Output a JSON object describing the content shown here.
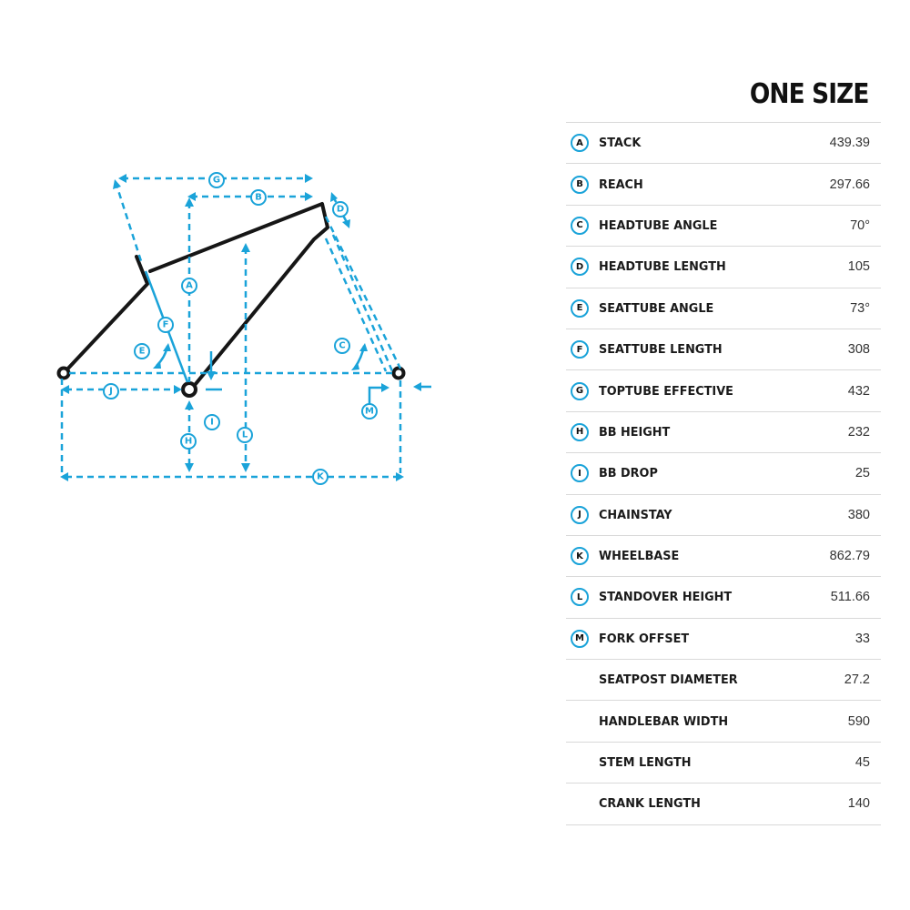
{
  "size_title": "ONE SIZE",
  "accent_color": "#1aa3d9",
  "frame_color": "#161616",
  "rows": [
    {
      "letter": "A",
      "label": "STACK",
      "value": "439.39"
    },
    {
      "letter": "B",
      "label": "REACH",
      "value": "297.66"
    },
    {
      "letter": "C",
      "label": "HEADTUBE ANGLE",
      "value": "70°"
    },
    {
      "letter": "D",
      "label": "HEADTUBE LENGTH",
      "value": "105"
    },
    {
      "letter": "E",
      "label": "SEATTUBE ANGLE",
      "value": "73°"
    },
    {
      "letter": "F",
      "label": "SEATTUBE LENGTH",
      "value": "308"
    },
    {
      "letter": "G",
      "label": "TOPTUBE EFFECTIVE",
      "value": "432"
    },
    {
      "letter": "H",
      "label": "BB HEIGHT",
      "value": "232"
    },
    {
      "letter": "I",
      "label": "BB DROP",
      "value": "25"
    },
    {
      "letter": "J",
      "label": "CHAINSTAY",
      "value": "380"
    },
    {
      "letter": "K",
      "label": "WHEELBASE",
      "value": "862.79"
    },
    {
      "letter": "L",
      "label": "STANDOVER HEIGHT",
      "value": "511.66"
    },
    {
      "letter": "M",
      "label": "FORK OFFSET",
      "value": "33"
    },
    {
      "letter": "",
      "label": "SEATPOST DIAMETER",
      "value": "27.2"
    },
    {
      "letter": "",
      "label": "HANDLEBAR WIDTH",
      "value": "590"
    },
    {
      "letter": "",
      "label": "STEM LENGTH",
      "value": "45"
    },
    {
      "letter": "",
      "label": "CRANK LENGTH",
      "value": "140"
    }
  ],
  "diagram_tags": [
    "A",
    "B",
    "C",
    "D",
    "E",
    "F",
    "G",
    "H",
    "I",
    "J",
    "K",
    "L",
    "M"
  ]
}
